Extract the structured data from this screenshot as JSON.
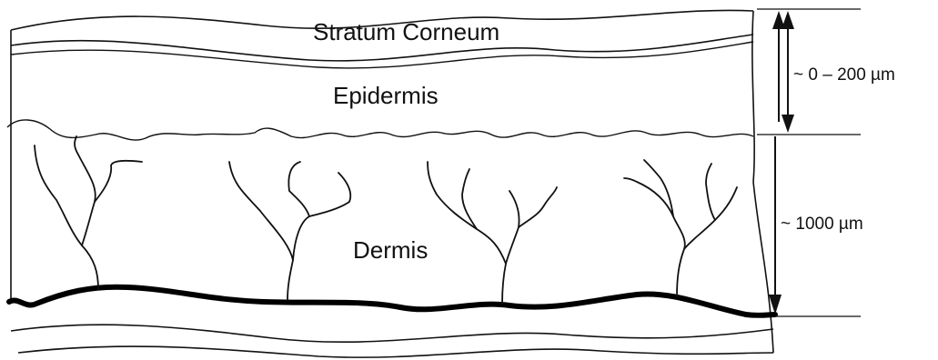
{
  "diagram": {
    "layers": {
      "stratum_corneum": "Stratum Corneum",
      "epidermis": "Epidermis",
      "dermis": "Dermis"
    },
    "dimensions": {
      "epidermis_thickness": "~ 0 – 200 µm",
      "dermis_thickness": "~ 1000 µm"
    }
  }
}
